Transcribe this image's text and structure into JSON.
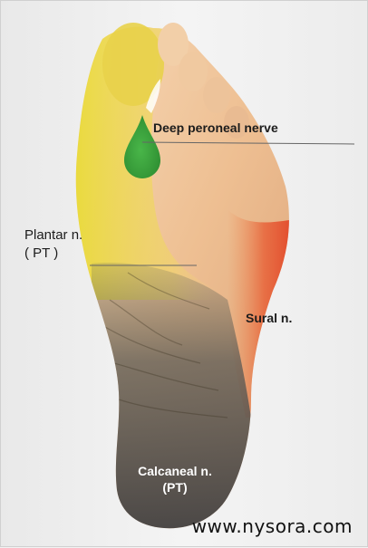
{
  "labels": {
    "deep_peroneal": "Deep peroneal nerve",
    "plantar_line1": "Plantar n.",
    "plantar_line2": "( PT )",
    "sural": "Sural n.",
    "calcaneal_line1": "Calcaneal n.",
    "calcaneal_line2": "(PT)"
  },
  "watermark": "www.nysora.com",
  "colors": {
    "deep_peroneal_region": "#3aa63a",
    "plantar_region": "#ece03a",
    "sural_region": "#e8402a",
    "calcaneal_region": "#4a4a4a",
    "skin": "#f0c9a0"
  }
}
